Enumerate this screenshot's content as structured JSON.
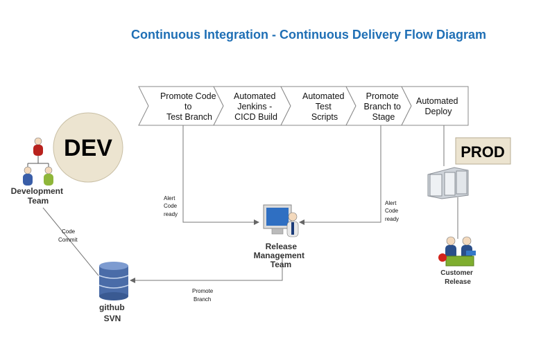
{
  "title": "Continuous Integration - Continuous Delivery Flow Diagram",
  "pipeline": [
    {
      "lines": [
        "Promote Code",
        "to",
        "Test Branch"
      ]
    },
    {
      "lines": [
        "Automated",
        "Jenkins -",
        "CICD Build"
      ]
    },
    {
      "lines": [
        "Automated",
        "Test",
        "Scripts"
      ]
    },
    {
      "lines": [
        "Promote",
        "Branch to",
        "Stage"
      ]
    },
    {
      "lines": [
        "Automated",
        "Deploy"
      ]
    }
  ],
  "dev_label": "DEV",
  "prod_label": "PROD",
  "dev_team": [
    "Development",
    "Team"
  ],
  "release_team": [
    "Release",
    "Management",
    "Team"
  ],
  "repo": [
    "github",
    "SVN"
  ],
  "customer": [
    "Customer",
    "Release"
  ],
  "edges": {
    "code_commit": [
      "Code",
      "Commit"
    ],
    "alert_left": [
      "Alert",
      "Code",
      "ready"
    ],
    "alert_right": [
      "Alert",
      "Code",
      "ready"
    ],
    "promote_branch": [
      "Promote",
      "Branch"
    ]
  },
  "colors": {
    "title": "#1f6fb5",
    "dev_circle": "#ece4d0",
    "prod_box": "#ece4d0",
    "db_blue": "#4a6ca8"
  },
  "icons": [
    "hierarchy-people-icon",
    "monitor-person-icon",
    "database-icon",
    "server-icon",
    "customer-group-icon"
  ]
}
